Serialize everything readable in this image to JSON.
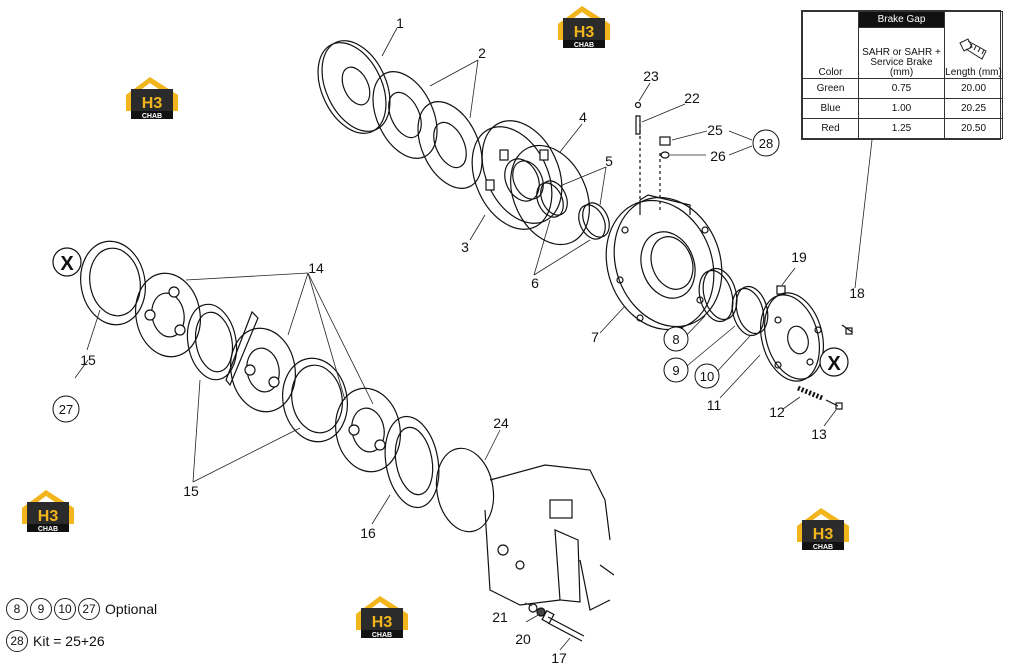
{
  "callouts": {
    "c1": "1",
    "c2": "2",
    "c3": "3",
    "c4": "4",
    "c5": "5",
    "c6": "6",
    "c7": "7",
    "c8": "8",
    "c9": "9",
    "c10": "10",
    "c11": "11",
    "c12": "12",
    "c13": "13",
    "c14": "14",
    "c15a": "15",
    "c15b": "15",
    "c16": "16",
    "c17": "17",
    "c18": "18",
    "c19": "19",
    "c20": "20",
    "c21": "21",
    "c22": "22",
    "c23": "23",
    "c24": "24",
    "c25": "25",
    "c26": "26",
    "c27": "27",
    "c28": "28"
  },
  "markers": {
    "x_left": "X",
    "x_right": "X"
  },
  "logo": {
    "text": "H3",
    "sub": "CHAB"
  },
  "table": {
    "group_header": "Brake Gap",
    "col_color": "Color",
    "col_gap": "SAHR or SAHR + Service Brake (mm)",
    "col_length": "Length (mm)",
    "rows": [
      {
        "color": "Green",
        "gap": "0.75",
        "length": "20.00"
      },
      {
        "color": "Blue",
        "gap": "1.00",
        "length": "20.25"
      },
      {
        "color": "Red",
        "gap": "1.25",
        "length": "20.50"
      }
    ]
  },
  "legend": {
    "optional_items": [
      "8",
      "9",
      "10",
      "27"
    ],
    "optional_label": "Optional",
    "kit_item": "28",
    "kit_label": "Kit = 25+26"
  }
}
